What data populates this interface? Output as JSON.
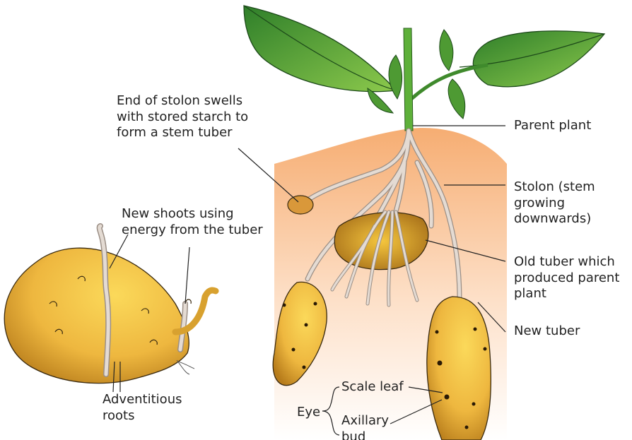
{
  "labels": {
    "end_of_stolon": "End of stolon swells\nwith stored starch to\nform a stem tuber",
    "parent_plant": "Parent plant",
    "stolon": "Stolon (stem\ngrowing\ndownwards)",
    "new_shoots": "New shoots using\nenergy from the tuber",
    "old_tuber": "Old tuber which\nproduced parent\nplant",
    "new_tuber": "New tuber",
    "adventitious_roots": "Adventitious\nroots",
    "scale_leaf": "Scale leaf",
    "eye": "Eye",
    "axillary_bud": "Axillary\nbud"
  },
  "colors": {
    "soil_top": "#f7b27a",
    "soil_bottom": "#ffffff",
    "tuber_fill": "#f2c24a",
    "tuber_shade": "#c48a1f",
    "leaf": "#5fae3a",
    "stem": "#6ab93c",
    "stolon": "#d9cfc6"
  }
}
